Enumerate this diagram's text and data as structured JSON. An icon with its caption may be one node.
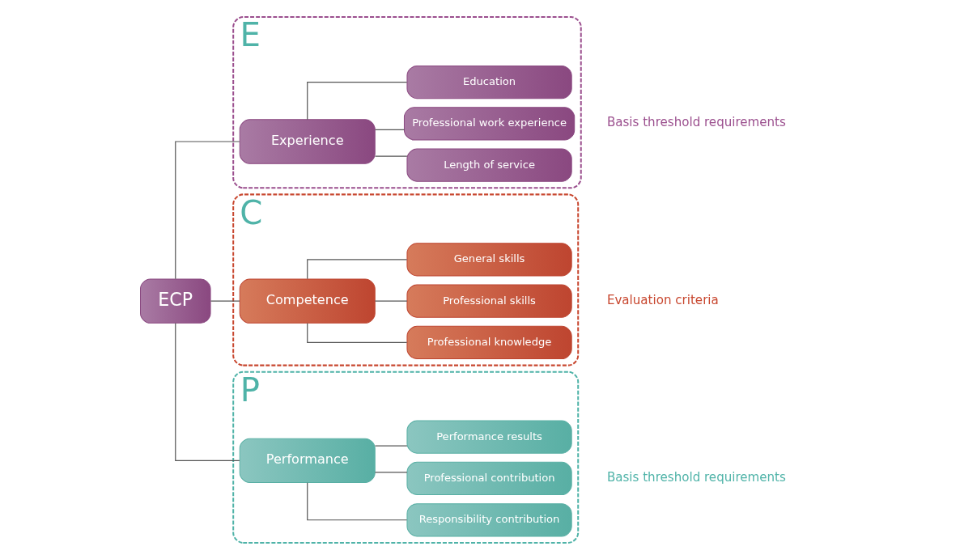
{
  "diagram": {
    "nodes": [
      {
        "text": [
          "ECP"
        ]
      },
      {
        "text": [
          "E"
        ],
        "beside": [
          "Basis threshold requirements"
        ]
      },
      {
        "text": [
          "Experience"
        ],
        "in": 1
      },
      {
        "text": [
          "Education"
        ],
        "in": 1
      },
      {
        "text": [
          "Professional work experience"
        ],
        "in": 1
      },
      {
        "text": [
          "Length of service"
        ],
        "in": 1
      },
      {
        "text": [
          "C"
        ],
        "beside": [
          "Evaluation criteria"
        ]
      },
      {
        "text": [
          "Competence"
        ],
        "in": 6
      },
      {
        "text": [
          "General skills"
        ],
        "in": 6
      },
      {
        "text": [
          "Professional skills"
        ],
        "in": 6
      },
      {
        "text": [
          "Professional knowledge"
        ],
        "in": 6
      },
      {
        "text": [
          "P"
        ],
        "beside": [
          "Basis threshold requirements"
        ]
      },
      {
        "text": [
          "Performance"
        ],
        "in": 11
      },
      {
        "text": [
          "Performance results"
        ],
        "in": 11
      },
      {
        "text": [
          "Professional contribution"
        ],
        "in": 11
      },
      {
        "text": [
          "Responsibility contribution"
        ],
        "in": 11
      }
    ],
    "edges": [
      {
        "from": 0,
        "to": 2,
        "arrow": "none"
      },
      {
        "from": 0,
        "to": 7,
        "arrow": "none"
      },
      {
        "from": 0,
        "to": 12,
        "arrow": "none"
      },
      {
        "from": 2,
        "to": 3,
        "arrow": "none"
      },
      {
        "from": 2,
        "to": 4,
        "arrow": "none"
      },
      {
        "from": 2,
        "to": 5,
        "arrow": "none"
      },
      {
        "from": 7,
        "to": 8,
        "arrow": "none"
      },
      {
        "from": 7,
        "to": 9,
        "arrow": "none"
      },
      {
        "from": 7,
        "to": 10,
        "arrow": "none"
      },
      {
        "from": 12,
        "to": 13,
        "arrow": "none"
      },
      {
        "from": 12,
        "to": 14,
        "arrow": "none"
      },
      {
        "from": 12,
        "to": 15,
        "arrow": "none"
      }
    ]
  }
}
